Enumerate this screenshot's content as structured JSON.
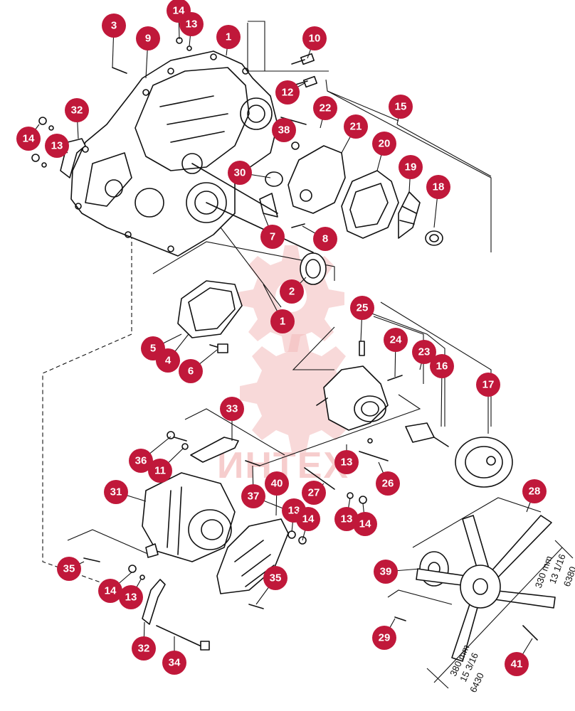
{
  "watermark": {
    "text": "ИНТЕХ",
    "color": "#f3b9b9"
  },
  "callout_color": "#c0183a",
  "callouts": [
    {
      "label": "3"
    },
    {
      "label": "9"
    },
    {
      "label": "14"
    },
    {
      "label": "13"
    },
    {
      "label": "1"
    },
    {
      "label": "10"
    },
    {
      "label": "12"
    },
    {
      "label": "22"
    },
    {
      "label": "15"
    },
    {
      "label": "32"
    },
    {
      "label": "38"
    },
    {
      "label": "21"
    },
    {
      "label": "14"
    },
    {
      "label": "13"
    },
    {
      "label": "20"
    },
    {
      "label": "19"
    },
    {
      "label": "18"
    },
    {
      "label": "30"
    },
    {
      "label": "7"
    },
    {
      "label": "8"
    },
    {
      "label": "2"
    },
    {
      "label": "1"
    },
    {
      "label": "25"
    },
    {
      "label": "5"
    },
    {
      "label": "4"
    },
    {
      "label": "6"
    },
    {
      "label": "24"
    },
    {
      "label": "23"
    },
    {
      "label": "16"
    },
    {
      "label": "17"
    },
    {
      "label": "33"
    },
    {
      "label": "36"
    },
    {
      "label": "11"
    },
    {
      "label": "13"
    },
    {
      "label": "26"
    },
    {
      "label": "37"
    },
    {
      "label": "40"
    },
    {
      "label": "27"
    },
    {
      "label": "31"
    },
    {
      "label": "28"
    },
    {
      "label": "13"
    },
    {
      "label": "14"
    },
    {
      "label": "13"
    },
    {
      "label": "14"
    },
    {
      "label": "39"
    },
    {
      "label": "35"
    },
    {
      "label": "35"
    },
    {
      "label": "14"
    },
    {
      "label": "13"
    },
    {
      "label": "29"
    },
    {
      "label": "32"
    },
    {
      "label": "34"
    },
    {
      "label": "41"
    }
  ],
  "dimensions": {
    "fan_top": "330 mm",
    "fan_top_in": "13 1/16",
    "fan_top_code": "6380",
    "fan_bottom": "380 mm",
    "fan_bottom_in": "15 3/16",
    "fan_bottom_code": "6430"
  }
}
